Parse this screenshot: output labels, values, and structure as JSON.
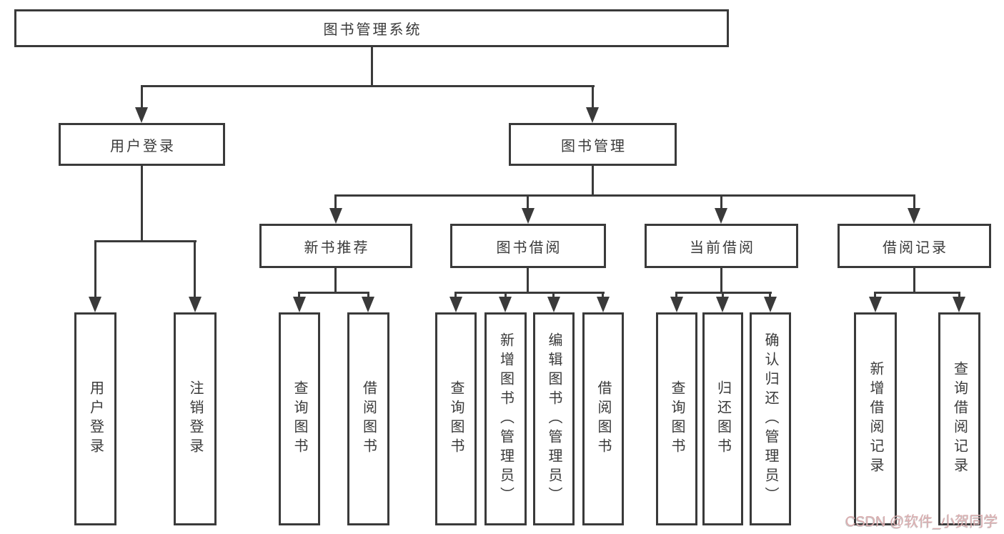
{
  "tree": {
    "root": "图书管理系统",
    "branches": [
      {
        "label": "用户登录",
        "leaves": [
          "用户登录",
          "注销登录"
        ]
      },
      {
        "label": "图书管理",
        "sections": [
          {
            "label": "新书推荐",
            "leaves": [
              "查询图书",
              "借阅图书"
            ]
          },
          {
            "label": "图书借阅",
            "leaves": [
              "查询图书",
              "新增图书（管理员）",
              "编辑图书（管理员）",
              "借阅图书"
            ]
          },
          {
            "label": "当前借阅",
            "leaves": [
              "查询图书",
              "归还图书",
              "确认归还（管理员）"
            ]
          },
          {
            "label": "借阅记录",
            "leaves": [
              "新增借阅记录",
              "查询借阅记录"
            ]
          }
        ]
      }
    ]
  },
  "watermark": "CSDN @软件_小贺同学",
  "colors": {
    "line": "#3a3a3a",
    "text": "#3a3a3a",
    "box_fill": "#ffffff",
    "background": "#ffffff",
    "watermark": "#dcaeb0"
  }
}
